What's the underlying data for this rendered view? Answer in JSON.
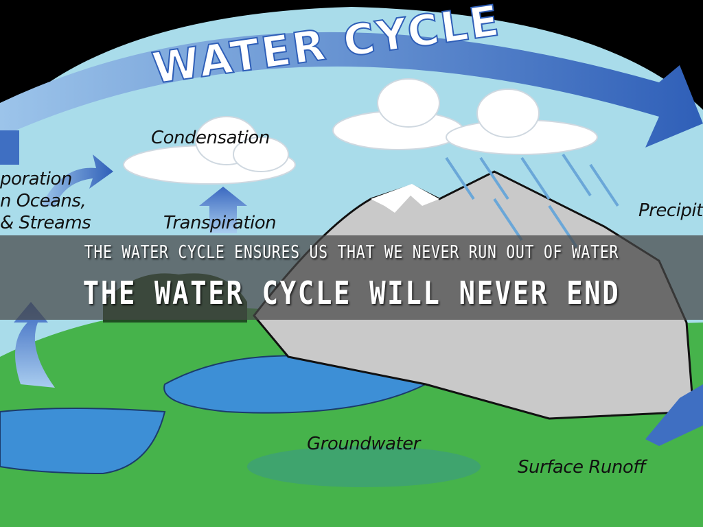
{
  "diagram": {
    "title": "WATER CYCLE",
    "labels": {
      "condensation": "Condensation",
      "transpiration": "Transpiration",
      "evaporation_1": "poration",
      "evaporation_2": "n Oceans,",
      "evaporation_3": "& Streams",
      "precipitation": "Precipit",
      "groundwater": "Groundwater",
      "surface_runoff": "Surface Runoff"
    }
  },
  "overlay": {
    "subtitle": "THE WATER CYCLE ENSURES US THAT WE NEVER RUN OUT OF WATER",
    "headline": "THE WATER CYCLE WILL NEVER END"
  },
  "colors": {
    "sky": "#a9dcea",
    "grass": "#46b34b",
    "water": "#3d8fd6",
    "arrow": "#3f6fc2",
    "band": "#464646"
  }
}
